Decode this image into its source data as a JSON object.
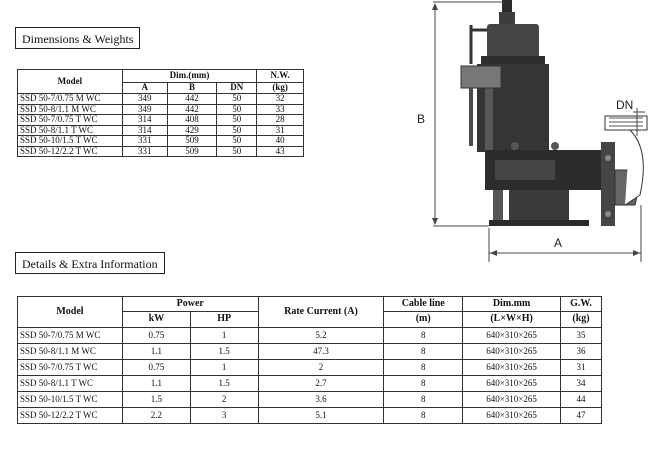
{
  "dimensions_section": {
    "title": "Dimensions & Weights",
    "header": {
      "model": "Model",
      "dim": "Dim.(mm)",
      "a": "A",
      "b": "B",
      "dn": "DN",
      "nw": "N.W.",
      "kg": "(kg)"
    },
    "rows": [
      [
        "SSD 50-7/0.75 M WC",
        "349",
        "442",
        "50",
        "32"
      ],
      [
        "SSD 50-8/1.1 M WC",
        "349",
        "442",
        "50",
        "33"
      ],
      [
        "SSD 50-7/0.75 T WC",
        "314",
        "408",
        "50",
        "28"
      ],
      [
        "SSD 50-8/1.1 T WC",
        "314",
        "429",
        "50",
        "31"
      ],
      [
        "SSD 50-10/1.5 T WC",
        "331",
        "509",
        "50",
        "40"
      ],
      [
        "SSD 50-12/2.2 T WC",
        "331",
        "509",
        "50",
        "43"
      ]
    ]
  },
  "details_section": {
    "title": "Details & Extra Information",
    "header": {
      "model": "Model",
      "power": "Power",
      "kw": "kW",
      "hp": "HP",
      "rate_current": "Rate Current (A)",
      "cable_line": "Cable line",
      "cable_unit": "(m)",
      "dim": "Dim.mm",
      "dim_unit": "(L×W×H)",
      "gw": "G.W.",
      "gw_unit": "(kg)"
    },
    "rows": [
      [
        "SSD 50-7/0.75 M WC",
        "0.75",
        "1",
        "5.2",
        "8",
        "640×310×265",
        "35"
      ],
      [
        "SSD 50-8/1.1 M WC",
        "1.1",
        "1.5",
        "47.3",
        "8",
        "640×310×265",
        "36"
      ],
      [
        "SSD 50-7/0.75 T WC",
        "0.75",
        "1",
        "2",
        "8",
        "640×310×265",
        "31"
      ],
      [
        "SSD 50-8/1.1 T WC",
        "1.1",
        "1.5",
        "2.7",
        "8",
        "640×310×265",
        "34"
      ],
      [
        "SSD 50-10/1.5 T WC",
        "1.5",
        "2",
        "3.6",
        "8",
        "640×310×265",
        "44"
      ],
      [
        "SSD 50-12/2.2 T WC",
        "2.2",
        "3",
        "5.1",
        "8",
        "640×310×265",
        "47"
      ]
    ]
  },
  "diagram": {
    "label_b": "B",
    "label_dn": "DN",
    "label_a": "A",
    "image": "submersible-pump-icon"
  }
}
